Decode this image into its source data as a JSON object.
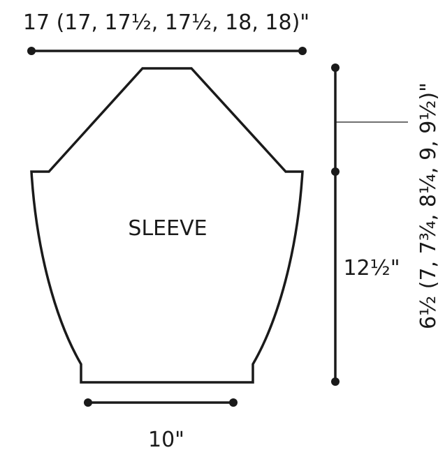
{
  "piece_name": "SLEEVE",
  "measurements": {
    "top_width": "17 (17, 17½, 17½, 18, 18)\"",
    "cap_height": "6½ (7, 7¾, 8¼, 9, 9½)\"",
    "sleeve_length": "12½\"",
    "cuff_width": "10\""
  },
  "colors": {
    "line": "#1a1a1a",
    "background": "#ffffff"
  }
}
